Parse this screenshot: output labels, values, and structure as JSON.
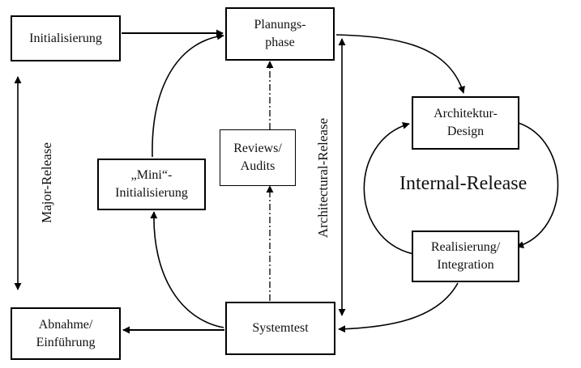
{
  "nodes": {
    "initialisierung": "Initialisierung",
    "planungsphase": "Planungs-\nphase",
    "architektur_design": "Architektur-\nDesign",
    "realisierung_integration": "Realisierung/\nIntegration",
    "systemtest": "Systemtest",
    "abnahme_einfuehrung": "Abnahme/\nEinführung",
    "mini_initialisierung": "„Mini“-\nInitialisierung",
    "reviews_audits": "Reviews/\nAudits"
  },
  "labels": {
    "major_release": "Major-Release",
    "architectural_release": "Architectural-Release",
    "internal_release": "Internal-Release"
  }
}
